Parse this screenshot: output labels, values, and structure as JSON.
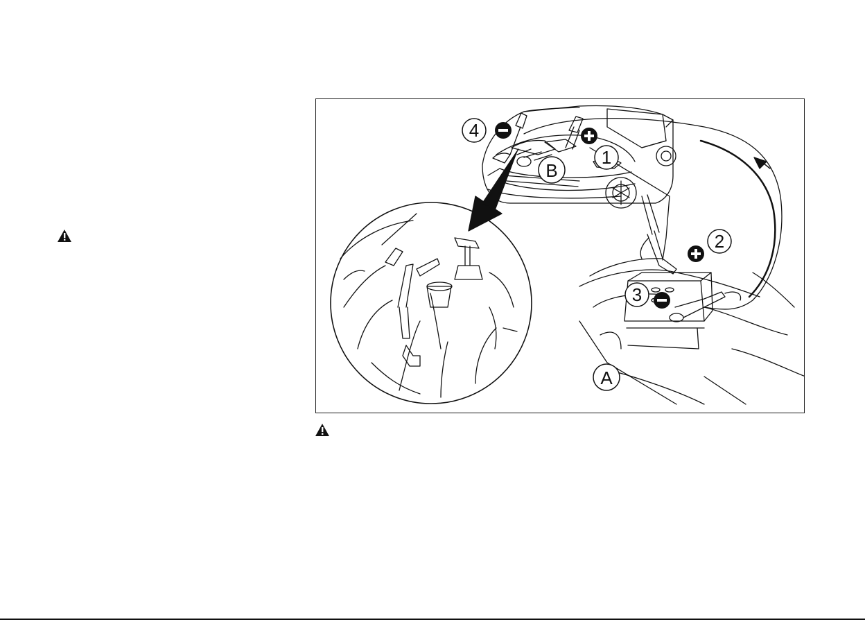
{
  "page": {
    "icons": {
      "left_warning": "warning-triangle-icon",
      "bottom_warning": "warning-triangle-icon"
    }
  },
  "figure": {
    "callouts": {
      "c1": "1",
      "c2": "2",
      "c3": "3",
      "c4": "4",
      "cA": "A",
      "cB": "B"
    },
    "polarity": {
      "plus": "+",
      "minus": "−"
    }
  }
}
